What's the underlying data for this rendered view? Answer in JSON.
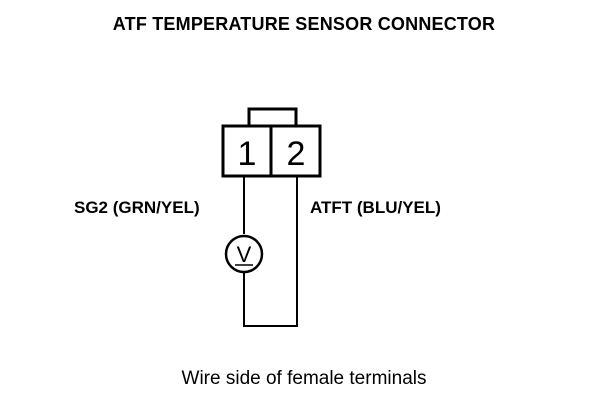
{
  "title": "ATF TEMPERATURE SENSOR CONNECTOR",
  "connector": {
    "pin1": "1",
    "pin2": "2"
  },
  "wires": {
    "left_label": "SG2 (GRN/YEL)",
    "right_label": "ATFT (BLU/YEL)"
  },
  "meter_icon": "voltmeter-icon",
  "meter_symbol": "V",
  "caption": "Wire side of female terminals",
  "colors": {
    "ink": "#000000",
    "background": "#ffffff"
  }
}
